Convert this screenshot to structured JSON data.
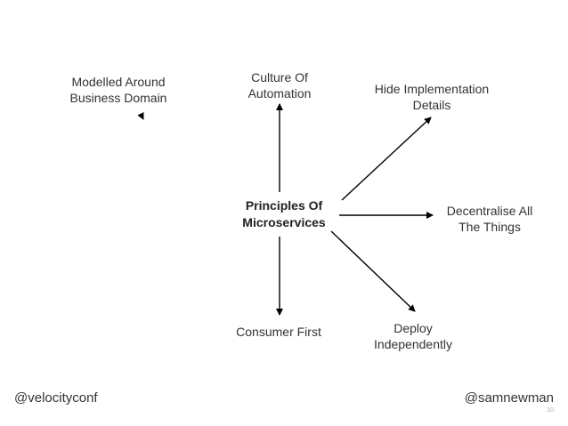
{
  "diagram": {
    "center": {
      "line1": "Principles Of",
      "line2": "Microservices"
    },
    "nodes": {
      "modelled": {
        "line1": "Modelled Around",
        "line2": "Business Domain"
      },
      "culture": {
        "line1": "Culture Of",
        "line2": "Automation"
      },
      "hide": {
        "line1": "Hide Implementation",
        "line2": "Details"
      },
      "decentralise": {
        "line1": "Decentralise All",
        "line2": "The Things"
      },
      "deploy": {
        "line1": "Deploy",
        "line2": "Independently"
      },
      "consumer": {
        "line1": "Consumer First"
      }
    }
  },
  "footer": {
    "left_handle": "@velocityconf",
    "right_handle": "@samnewman",
    "page_number": "10"
  },
  "colors": {
    "arrow": "#000000",
    "text": "#333333"
  }
}
